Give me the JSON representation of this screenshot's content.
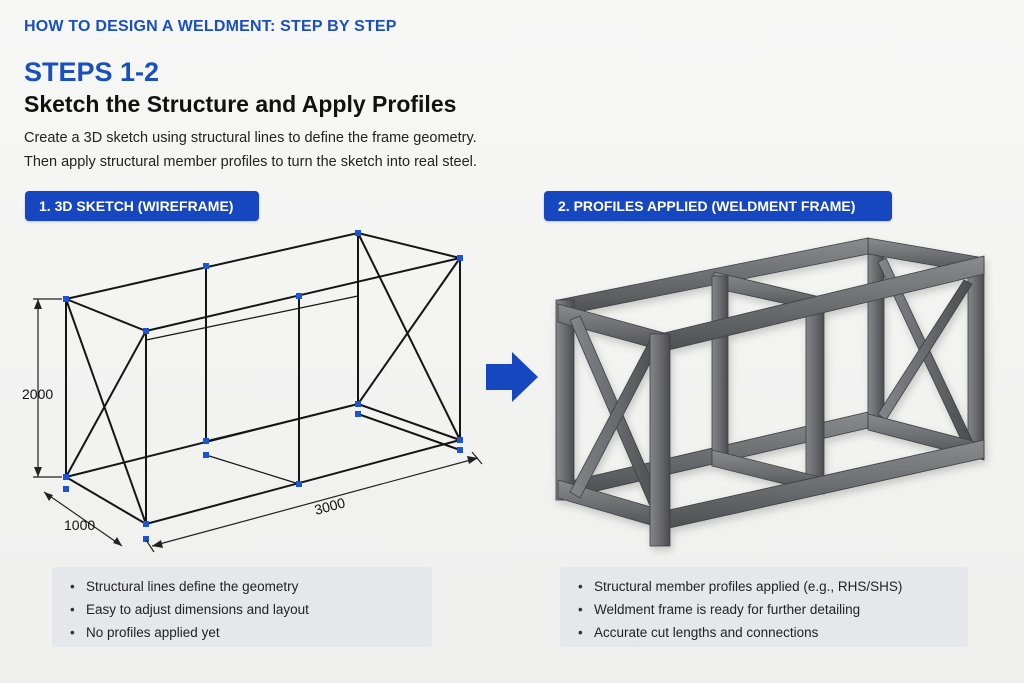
{
  "header": {
    "kicker": "HOW TO DESIGN A WELDMENT: STEP BY STEP",
    "steps": "STEPS 1-2",
    "title": "Sketch the Structure and Apply Profiles",
    "intro_line1": "Create a 3D sketch using structural lines to define the frame geometry.",
    "intro_line2": "Then apply structural member profiles to turn the sketch into real steel."
  },
  "panels": {
    "left": {
      "label": "1. 3D SKETCH (WIREFRAME)",
      "dimensions": {
        "height": "2000",
        "depth": "1000",
        "length": "3000"
      },
      "notes": [
        "Structural lines define the  geometry",
        "Easy to adjust dimensions and layout",
        "No profiles applied yet"
      ]
    },
    "right": {
      "label": "2. PROFILES APPLIED (WELDMENT FRAME)",
      "notes": [
        "Structural member profiles applied (e.g., RHS/SHS)",
        "Weldment frame is ready for further detailing",
        "Accurate cut lengths and connections"
      ]
    }
  },
  "colors": {
    "accent": "#1747c0",
    "title_blue": "#1a4fc0",
    "node": "#1a55d6",
    "steel": "#6b6c6f"
  },
  "icons": {
    "arrow": "right-arrow-icon"
  }
}
